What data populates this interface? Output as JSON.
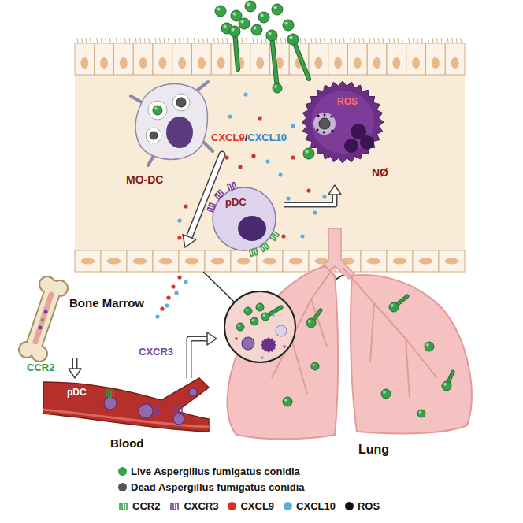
{
  "diagram": {
    "nodes": [
      {
        "text": [
          "MO-DC"
        ]
      },
      {
        "text": [
          "ROS",
          "NØ"
        ]
      },
      {
        "text": [
          "pDC"
        ]
      },
      {
        "text": [
          "Bone Marrow"
        ]
      },
      {
        "text": [
          "pDC",
          "Blood"
        ]
      },
      {
        "text": [
          "Lung"
        ]
      }
    ],
    "edges": [
      {
        "from": 3,
        "to": 4,
        "arrow": "to",
        "label": "CCR2"
      },
      {
        "from": 4,
        "to": 5,
        "arrow": "to",
        "label": "CXCR3"
      },
      {
        "from": 2,
        "to": 1,
        "arrow": "to"
      }
    ],
    "labels": [
      "CXCL9",
      "/",
      "CXCL10"
    ],
    "legend": [
      {
        "text": "Live Aspergillus fumigatus conidia",
        "color": "#3aa04a"
      },
      {
        "text": "Dead Aspergillus fumigatus conidia",
        "color": "#555555"
      },
      {
        "text": "CCR2"
      },
      {
        "text": "CXCR3"
      },
      {
        "text": "CXCL9",
        "color": "#d9302a"
      },
      {
        "text": "CXCL10",
        "color": "#5aaee0"
      },
      {
        "text": "ROS",
        "color": "#111111"
      }
    ]
  }
}
